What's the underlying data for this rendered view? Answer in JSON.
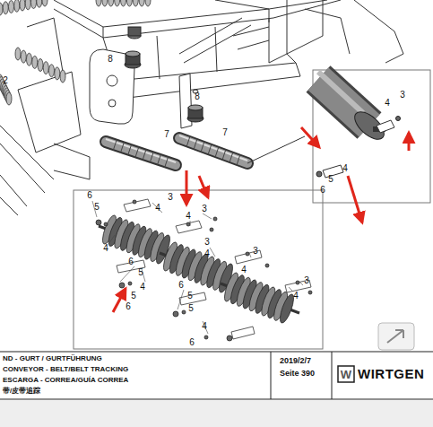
{
  "diagram": {
    "labels": [
      "2",
      "8",
      "8",
      "7",
      "7",
      "4",
      "3",
      "6",
      "5",
      "4",
      "6",
      "5",
      "3",
      "4",
      "4",
      "3",
      "4",
      "3",
      "4",
      "3",
      "4",
      "6",
      "5",
      "4",
      "5",
      "6",
      "6",
      "5",
      "3",
      "4",
      "5",
      "4",
      "6",
      "ND - GURT / GURTFÜHRUNG",
      "CONVEYOR - BELT/BELT TRACKING",
      "ESCARGA - CORREA/GUÍA CORREA",
      "带/皮带追踪",
      "2019/2/7",
      "Seite 390",
      "W",
      "WIRTGEN"
    ]
  }
}
